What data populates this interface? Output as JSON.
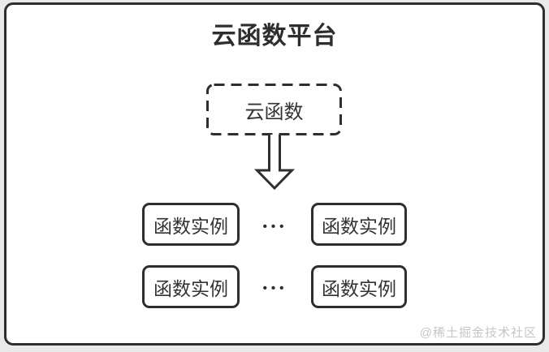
{
  "diagram": {
    "title": "云函数平台",
    "root_node": {
      "label": "云函数"
    },
    "rows": [
      {
        "left": "函数实例",
        "dots": "•••",
        "right": "函数实例"
      },
      {
        "left": "函数实例",
        "dots": "•••",
        "right": "函数实例"
      }
    ],
    "watermark": "@稀土掘金技术社区"
  },
  "colors": {
    "ink": "#2e2e2e",
    "text": "#333333",
    "frame_background": "#ffffff",
    "page_background": "#e9e9e9",
    "watermark": "#c6c6c6"
  }
}
